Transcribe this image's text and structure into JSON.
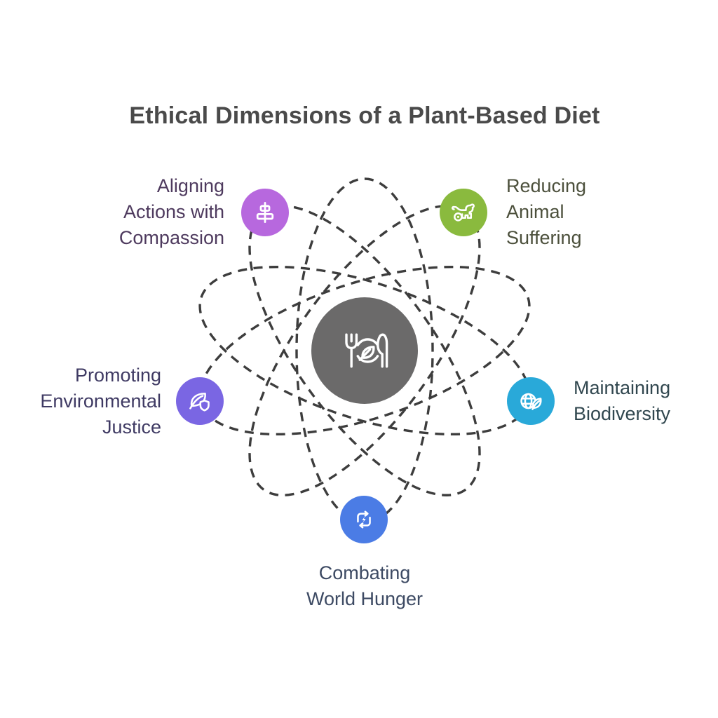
{
  "title": {
    "text": "Ethical Dimensions of a Plant-Based Diet",
    "color": "#4a4a4a"
  },
  "diagram": {
    "type": "orbital-hub-diagram",
    "orbit_color": "#3d3d3d",
    "orbit_style": "dashed",
    "orbit_count": 5,
    "center": {
      "icon": "plate-cutlery-leaf-icon",
      "color": "#6b6a6a",
      "icon_color": "#ffffff"
    },
    "nodes": [
      {
        "id": "aligning-actions-with-compassion",
        "lines": [
          "Aligning",
          "Actions with",
          "Compassion"
        ],
        "icon": "align-center-icon",
        "circle_color": "#b768de",
        "text_color": "#4e3a5e"
      },
      {
        "id": "reducing-animal-suffering",
        "lines": [
          "Reducing",
          "Animal",
          "Suffering"
        ],
        "icon": "dog-icon",
        "circle_color": "#8aba3e",
        "text_color": "#4c503c"
      },
      {
        "id": "maintaining-biodiversity",
        "lines": [
          "Maintaining",
          "Biodiversity"
        ],
        "icon": "globe-leaf-icon",
        "circle_color": "#29a9d9",
        "text_color": "#31474f"
      },
      {
        "id": "combating-world-hunger",
        "lines": [
          "Combating",
          "World Hunger"
        ],
        "icon": "recycle-energy-icon",
        "circle_color": "#4b7ce5",
        "text_color": "#3d4a63"
      },
      {
        "id": "promoting-environmental-justice",
        "lines": [
          "Promoting",
          "Environmental",
          "Justice"
        ],
        "icon": "leaf-shield-icon",
        "circle_color": "#7a66e3",
        "text_color": "#3f3a63"
      }
    ]
  }
}
